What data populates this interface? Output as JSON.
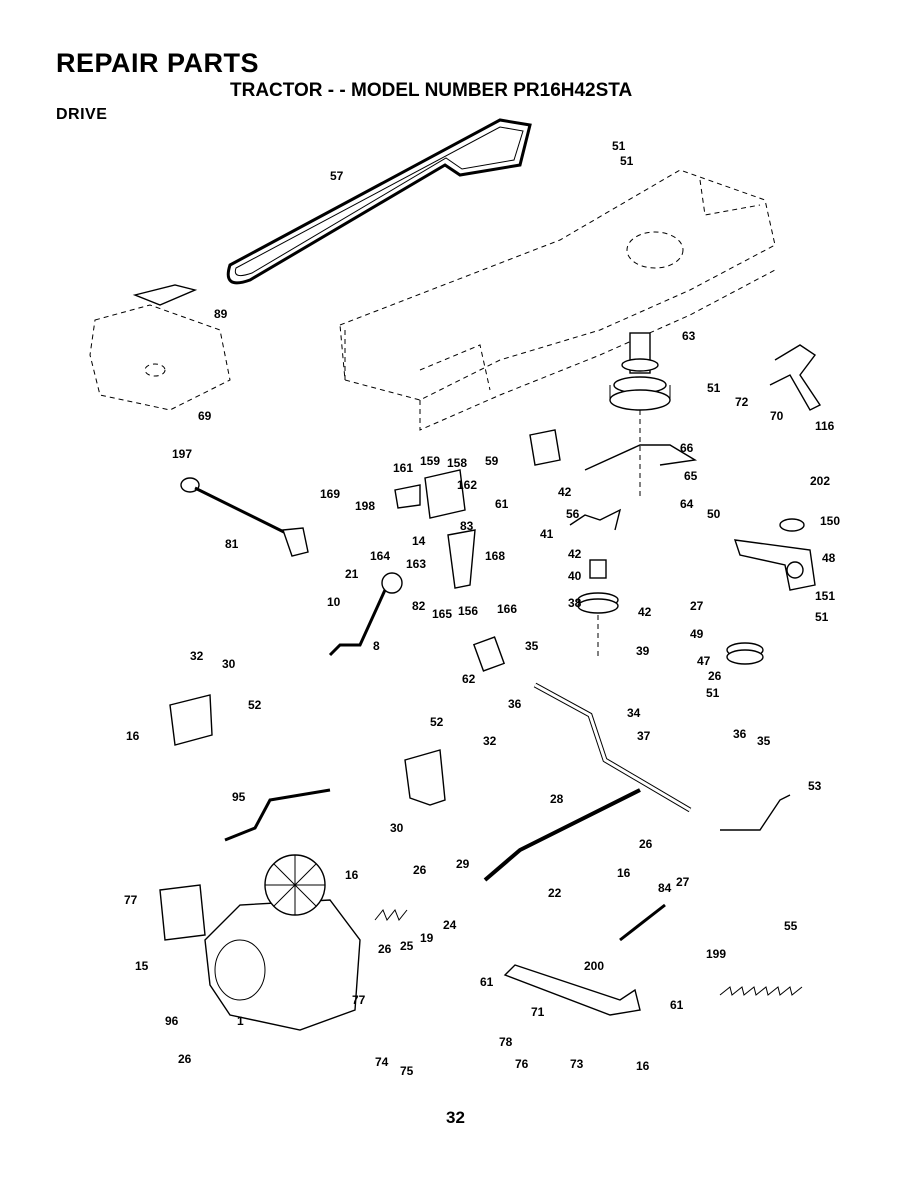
{
  "header": {
    "title": "REPAIR PARTS",
    "subtitle": "TRACTOR - - MODEL NUMBER PR16H42STA",
    "section": "DRIVE"
  },
  "page_number": "32",
  "part_labels": [
    "51",
    "51",
    "57",
    "63",
    "89",
    "51",
    "72",
    "70",
    "116",
    "69",
    "197",
    "66",
    "59",
    "65",
    "161",
    "159",
    "158",
    "42",
    "61",
    "64",
    "202",
    "169",
    "162",
    "56",
    "50",
    "150",
    "198",
    "83",
    "41",
    "81",
    "164",
    "14",
    "168",
    "42",
    "48",
    "163",
    "40",
    "21",
    "151",
    "10",
    "82",
    "165",
    "156",
    "166",
    "38",
    "42",
    "27",
    "51",
    "8",
    "49",
    "32",
    "35",
    "30",
    "62",
    "47",
    "39",
    "26",
    "52",
    "36",
    "51",
    "16",
    "34",
    "52",
    "32",
    "37",
    "36",
    "35",
    "95",
    "28",
    "53",
    "30",
    "26",
    "29",
    "16",
    "27",
    "77",
    "16",
    "26",
    "22",
    "84",
    "24",
    "19",
    "25",
    "26",
    "55",
    "15",
    "199",
    "77",
    "200",
    "61",
    "61",
    "71",
    "96",
    "78",
    "74",
    "75",
    "76",
    "73",
    "16",
    "26",
    "1"
  ]
}
